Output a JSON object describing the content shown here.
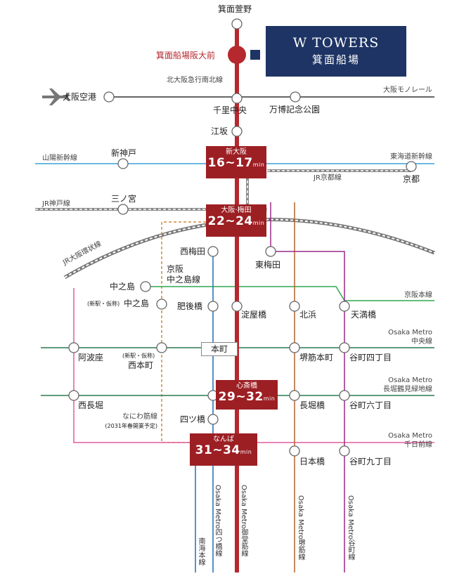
{
  "brand": {
    "title": "W TOWERS",
    "subtitle": "箕面船場"
  },
  "stations": {
    "minoh_kayano": "箕面萱野",
    "minoh_semba": "箕面船場阪大前",
    "senri_chuo": "千里中央",
    "banpaku": "万博記念公園",
    "osaka_airport": "大阪空港",
    "esaka": "江坂",
    "shin_kobe": "新神戸",
    "kyoto": "京都",
    "sannomiya": "三ノ宮",
    "nishi_umeda": "西梅田",
    "higashi_umeda": "東梅田",
    "nakanoshima": "中之島",
    "new_nakanoshima_note": "(新駅・仮称)",
    "new_nakanoshima": "中之島",
    "higobashi": "肥後橋",
    "yodoyabashi": "淀屋橋",
    "kitahama": "北浜",
    "tenmabashi": "天満橋",
    "awaza": "阿波座",
    "new_nishi_honmachi_note": "(新駅・仮称)",
    "nishi_honmachi": "西本町",
    "honmachi": "本町",
    "sakaisuji_honmachi": "堺筋本町",
    "tanimachi_4": "谷町四丁目",
    "nishi_nagahori": "西長堀",
    "nagahoribashi": "長堀橋",
    "tanimachi_6": "谷町六丁目",
    "yotsubashi": "四ツ橋",
    "nipponbashi": "日本橋",
    "tanimachi_9": "谷町九丁目"
  },
  "badges": [
    {
      "name": "新大阪",
      "time": "16~17",
      "unit": "min"
    },
    {
      "name": "大阪·梅田",
      "time": "22~24",
      "unit": "min"
    },
    {
      "name": "心斎橋",
      "time": "29~32",
      "unit": "min"
    },
    {
      "name": "なんば",
      "time": "31~34",
      "unit": "min"
    }
  ],
  "lines": {
    "kita_osaka_kyuko": "北大阪急行南北線",
    "monorail": "大阪モノレール",
    "sanyo_shinkansen": "山陽新幹線",
    "tokaido_shinkansen": "東海道新幹線",
    "jr_kyoto": "JR京都線",
    "jr_kobe": "JR神戸線",
    "loop": "JR大阪環状線",
    "keihan_nakanoshima_1": "京阪",
    "keihan_nakanoshima_2": "中之島線",
    "keihan_main": "京阪本線",
    "chuo_1": "Osaka Metro",
    "chuo_2": "中央線",
    "nagahori_1": "Osaka Metro",
    "nagahori_2": "長堀鶴見緑地線",
    "naniwa": "なにわ筋線",
    "naniwa_note": "(2031年春開業予定)",
    "sennichimae_1": "Osaka Metro",
    "sennichimae_2": "千日前線",
    "nankai": "南海本線",
    "yotsubashi_line": "Osaka Metro四つ橋線",
    "midosuji_line": "Osaka Metro御堂筋線",
    "sakaisuji_line": "Osaka Metro堺筋線",
    "tanimachi_line": "Osaka Metro谷町線"
  },
  "colors": {
    "midosuji": "#b5282e",
    "badge": "#9c1f24",
    "brand": "#1e3465",
    "shinkansen": "#3aa0d8",
    "monorail": "#333333",
    "jr": "#9a9a9a",
    "keihan_main": "#2fa84f",
    "keihan_nakanoshima": "#d08a3a",
    "chuo": "#2a7a4e",
    "nagahori": "#2a7a4e",
    "sennichimae": "#e05d9c",
    "yotsubashi": "#1e6fb8",
    "sakaisuji": "#b5632a",
    "tanimachi": "#9a2a8a",
    "nankai": "#1e6fb8"
  }
}
